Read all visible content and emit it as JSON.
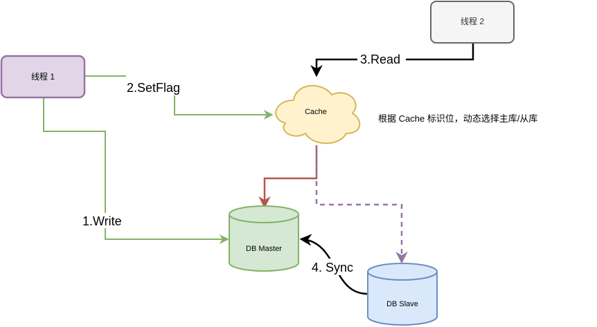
{
  "nodes": {
    "thread1": {
      "label": "线程 1"
    },
    "thread2": {
      "label": "线程 2"
    },
    "cache": {
      "label": "Cache"
    },
    "db_master": {
      "label": "DB Master"
    },
    "db_slave": {
      "label": "DB Slave"
    }
  },
  "edges": {
    "set_flag": {
      "label": "2.SetFlag"
    },
    "read": {
      "label": "3.Read"
    },
    "write": {
      "label": "1.Write"
    },
    "sync": {
      "label": "4. Sync"
    }
  },
  "annotation": {
    "text": "根据 Cache 标识位，动态选择主库/从库"
  },
  "colors": {
    "thread1_fill": "#e1d5e7",
    "thread1_stroke": "#9673a6",
    "thread2_fill": "#f5f5f5",
    "thread2_stroke": "#666666",
    "cache_fill": "#fff2cc",
    "cache_stroke": "#d6b656",
    "master_fill": "#d5e8d4",
    "master_stroke": "#82b366",
    "slave_fill": "#dae8fc",
    "slave_stroke": "#6c8ebf",
    "edge_green": "#82b366",
    "edge_red": "#b85450",
    "edge_purple": "#9673a6",
    "edge_black": "#000000"
  }
}
